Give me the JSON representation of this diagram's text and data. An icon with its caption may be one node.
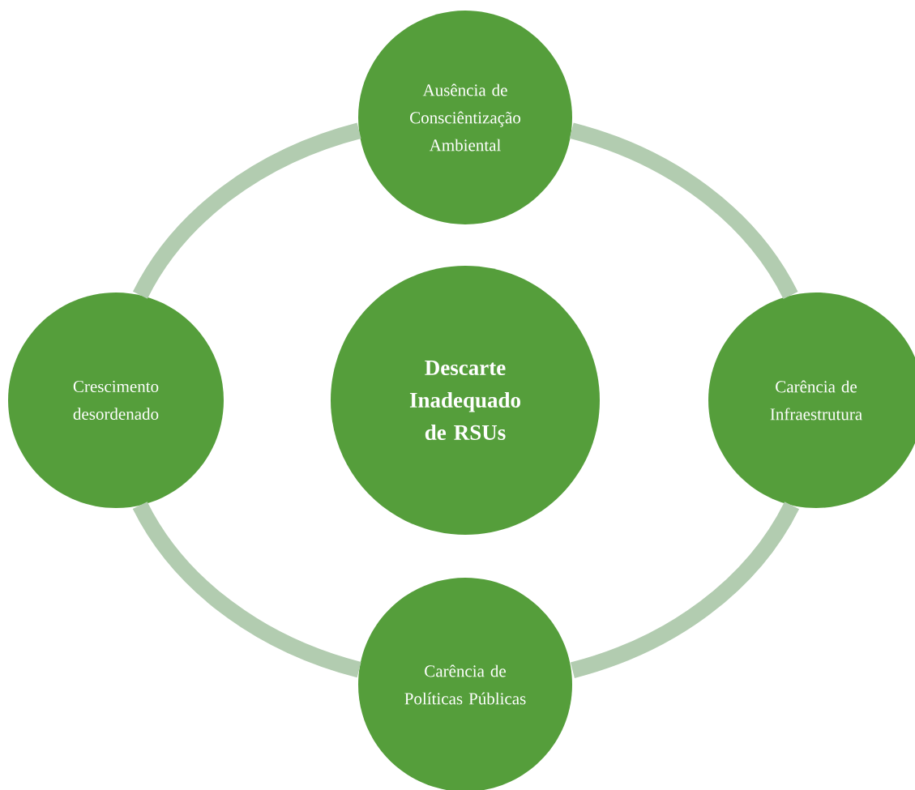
{
  "diagram": {
    "nodes": [
      {
        "text": [
          "Ausência de Consciêntização Ambiental"
        ]
      },
      {
        "text": [
          "Crescimento desordenado"
        ]
      },
      {
        "text": [
          "Descarte Inadequado de RSUs"
        ]
      },
      {
        "text": [
          "Carência de Infraestrutura"
        ]
      },
      {
        "text": [
          "Carência de Políticas Públicas"
        ]
      }
    ],
    "edges": [
      {
        "from": 0,
        "to": 3,
        "arrow": "none"
      },
      {
        "from": 3,
        "to": 4,
        "arrow": "none"
      },
      {
        "from": 4,
        "to": 1,
        "arrow": "none"
      },
      {
        "from": 1,
        "to": 0,
        "arrow": "none"
      }
    ]
  }
}
